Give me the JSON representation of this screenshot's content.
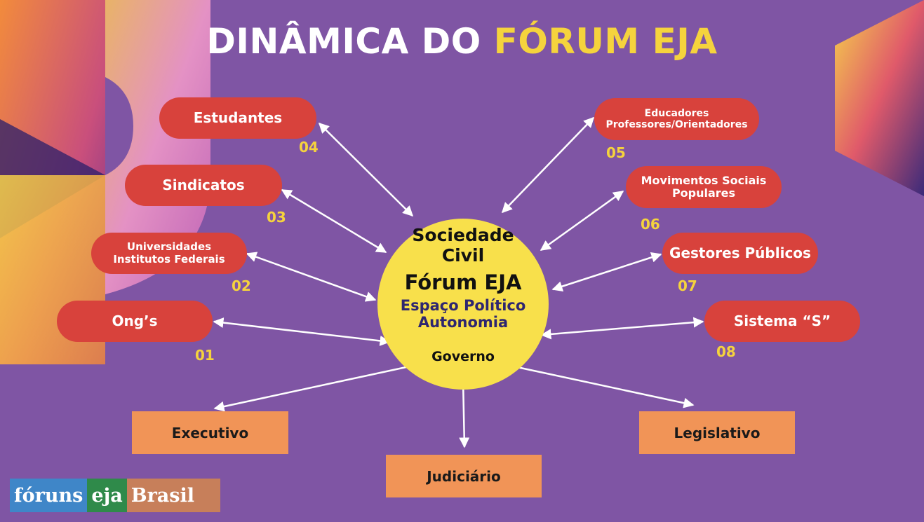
{
  "title": {
    "part1": "DINÂMICA DO",
    "part2": "FÓRUM EJA"
  },
  "center": {
    "line1": "Sociedade",
    "line2": "Civil",
    "line3": "Fórum EJA",
    "line4": "Espaço Político",
    "line5": "Autonomia",
    "line6": "Governo"
  },
  "left_nodes": [
    {
      "label": "Estudantes",
      "number": "04"
    },
    {
      "label": "Sindicatos",
      "number": "03"
    },
    {
      "label_1": "Universidades",
      "label_2": "Institutos Federais",
      "number": "02"
    },
    {
      "label": "Ong’s",
      "number": "01"
    }
  ],
  "right_nodes": [
    {
      "label_1": "Educadores",
      "label_2": "Professores/Orientadores",
      "number": "05"
    },
    {
      "label_1": "Movimentos Sociais",
      "label_2": "Populares",
      "number": "06"
    },
    {
      "label": "Gestores Públicos",
      "number": "07"
    },
    {
      "label": "Sistema “S”",
      "number": "08"
    }
  ],
  "government": [
    "Executivo",
    "Judiciário",
    "Legislativo"
  ],
  "logo": {
    "word1": "fóruns",
    "word2": "eja",
    "word3": "Brasil"
  },
  "colors": {
    "background": "#7f55a4",
    "pill": "#d8423c",
    "center": "#f8e04b",
    "government_box": "#f19457",
    "accent": "#f5d33d"
  }
}
